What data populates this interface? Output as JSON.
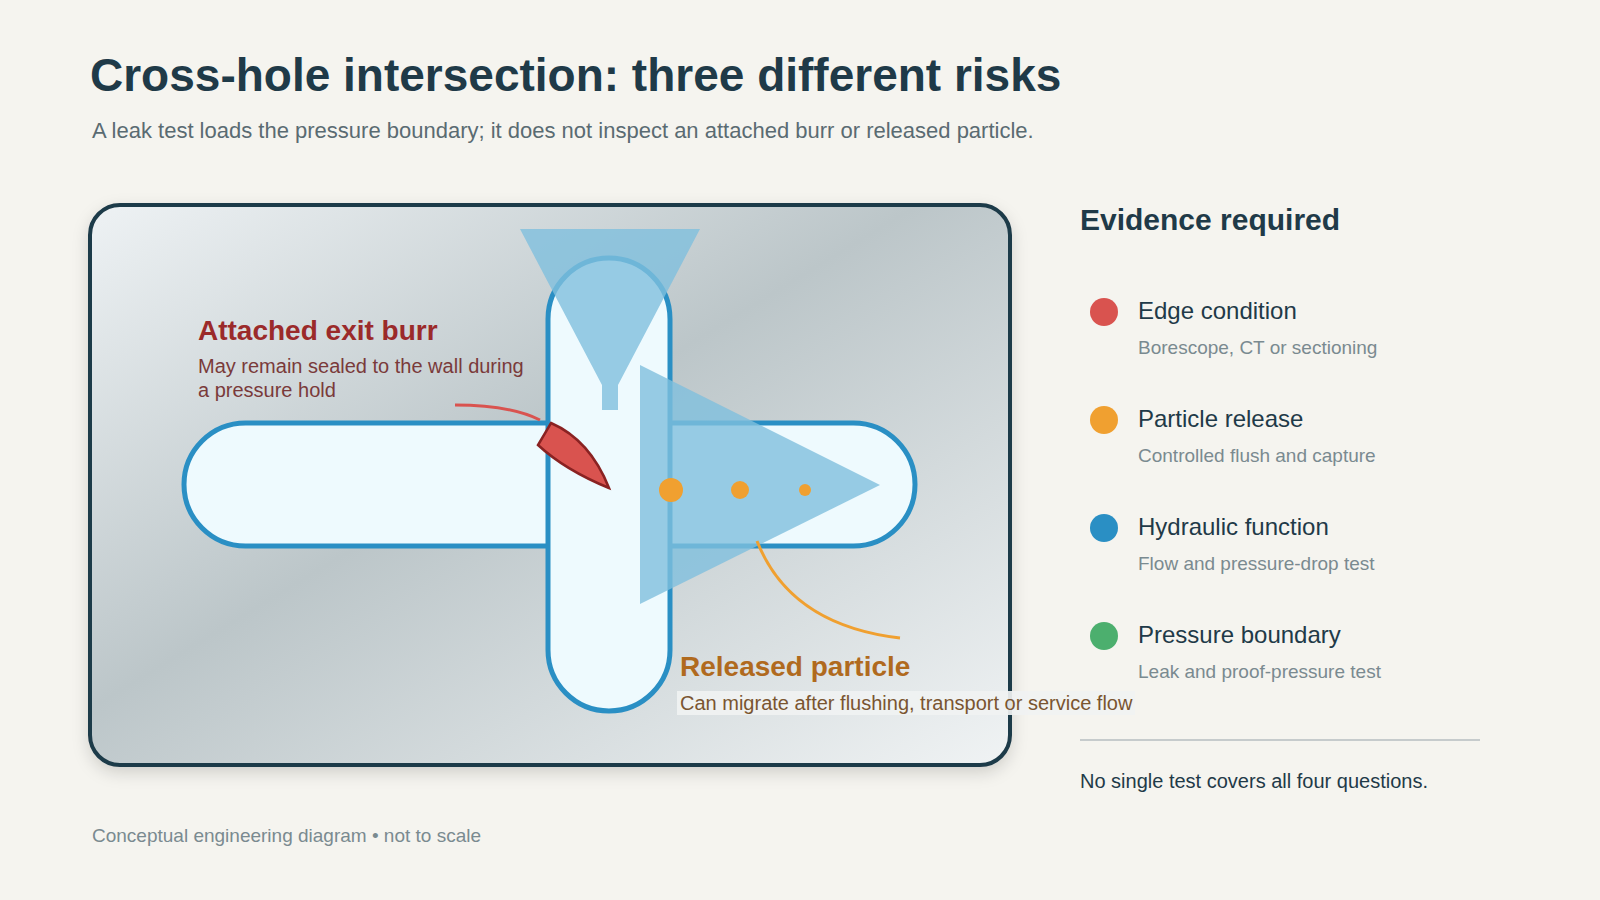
{
  "diagram": {
    "title": "Cross-hole intersection: three different risks",
    "labels": [
      "A leak test loads the pressure boundary; it does not inspect an attached burr or released particle.",
      "Attached exit burr",
      "May remain sealed to the wall during a pressure hold",
      "Released particle",
      "Can migrate after flushing, transport or service flow",
      "Evidence required",
      "Borescope, CT or sectioning",
      "Controlled flush and capture",
      "Flow and pressure-drop test",
      "Leak and proof-pressure test",
      "No single test covers all four questions.",
      "Conceptual engineering diagram • not to scale"
    ],
    "legend": [
      {
        "text": "Edge condition",
        "color": "#d9534f"
      },
      {
        "text": "Particle release",
        "color": "#f0a030"
      },
      {
        "text": "Hydraulic function",
        "color": "#2a8fc4"
      },
      {
        "text": "Pressure boundary",
        "color": "#4caf6e"
      }
    ]
  }
}
